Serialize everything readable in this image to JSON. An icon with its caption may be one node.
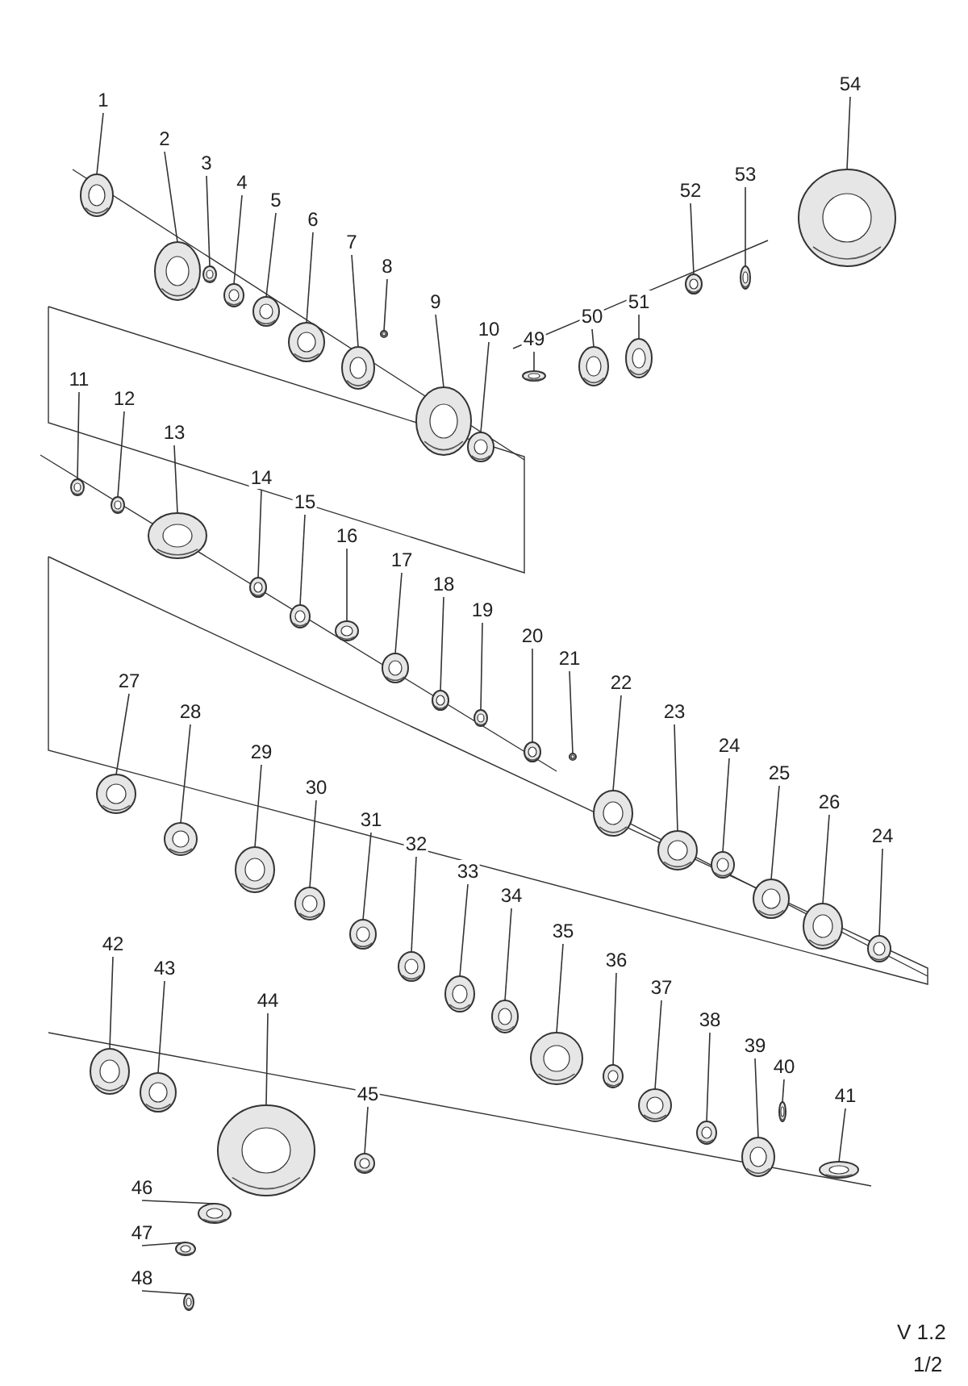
{
  "diagram": {
    "nodes": [
      {
        "text": [
          "1"
        ]
      },
      {
        "text": [
          "2"
        ]
      },
      {
        "text": [
          "3"
        ]
      },
      {
        "text": [
          "4"
        ]
      },
      {
        "text": [
          "5"
        ]
      },
      {
        "text": [
          "6"
        ]
      },
      {
        "text": [
          "7"
        ]
      },
      {
        "text": [
          "8"
        ]
      },
      {
        "text": [
          "9"
        ]
      },
      {
        "text": [
          "10"
        ]
      },
      {
        "text": [
          "11"
        ]
      },
      {
        "text": [
          "12"
        ]
      },
      {
        "text": [
          "13"
        ]
      },
      {
        "text": [
          "14"
        ]
      },
      {
        "text": [
          "15"
        ]
      },
      {
        "text": [
          "16"
        ]
      },
      {
        "text": [
          "17"
        ]
      },
      {
        "text": [
          "18"
        ]
      },
      {
        "text": [
          "19"
        ]
      },
      {
        "text": [
          "20"
        ]
      },
      {
        "text": [
          "21"
        ]
      },
      {
        "text": [
          "22"
        ]
      },
      {
        "text": [
          "23"
        ]
      },
      {
        "text": [
          "24"
        ]
      },
      {
        "text": [
          "25"
        ]
      },
      {
        "text": [
          "26"
        ]
      },
      {
        "text": [
          "24"
        ]
      },
      {
        "text": [
          "27"
        ]
      },
      {
        "text": [
          "28"
        ]
      },
      {
        "text": [
          "29"
        ]
      },
      {
        "text": [
          "30"
        ]
      },
      {
        "text": [
          "31"
        ]
      },
      {
        "text": [
          "32"
        ]
      },
      {
        "text": [
          "33"
        ]
      },
      {
        "text": [
          "34"
        ]
      },
      {
        "text": [
          "35"
        ]
      },
      {
        "text": [
          "36"
        ]
      },
      {
        "text": [
          "37"
        ]
      },
      {
        "text": [
          "38"
        ]
      },
      {
        "text": [
          "39"
        ]
      },
      {
        "text": [
          "40"
        ]
      },
      {
        "text": [
          "41"
        ]
      },
      {
        "text": [
          "42"
        ]
      },
      {
        "text": [
          "43"
        ]
      },
      {
        "text": [
          "44"
        ]
      },
      {
        "text": [
          "45"
        ]
      },
      {
        "text": [
          "46"
        ]
      },
      {
        "text": [
          "47"
        ]
      },
      {
        "text": [
          "48"
        ]
      },
      {
        "text": [
          "49"
        ]
      },
      {
        "text": [
          "50"
        ]
      },
      {
        "text": [
          "51"
        ]
      },
      {
        "text": [
          "52"
        ]
      },
      {
        "text": [
          "53"
        ]
      },
      {
        "text": [
          "54"
        ]
      },
      {
        "text": [],
        "shape": "picture"
      },
      {
        "text": [],
        "shape": "picture"
      },
      {
        "text": [],
        "shape": "picture"
      },
      {
        "text": [],
        "shape": "picture"
      },
      {
        "text": [],
        "shape": "picture"
      },
      {
        "text": [],
        "shape": "picture"
      },
      {
        "text": [],
        "shape": "picture"
      },
      {
        "text": [],
        "shape": "picture"
      },
      {
        "text": [],
        "shape": "picture"
      },
      {
        "text": [],
        "shape": "picture"
      },
      {
        "text": [],
        "shape": "picture"
      },
      {
        "text": [],
        "shape": "picture"
      },
      {
        "text": [],
        "shape": "picture"
      },
      {
        "text": [],
        "shape": "picture"
      },
      {
        "text": [],
        "shape": "picture"
      },
      {
        "text": [],
        "shape": "picture"
      },
      {
        "text": [],
        "shape": "picture"
      },
      {
        "text": [],
        "shape": "picture"
      },
      {
        "text": [],
        "shape": "picture"
      },
      {
        "text": [],
        "shape": "picture"
      },
      {
        "text": [],
        "shape": "picture"
      },
      {
        "text": [],
        "shape": "picture"
      },
      {
        "text": [],
        "shape": "picture"
      },
      {
        "text": [],
        "shape": "picture"
      },
      {
        "text": [],
        "shape": "picture"
      },
      {
        "text": [],
        "shape": "picture"
      },
      {
        "text": [],
        "shape": "picture"
      },
      {
        "text": [],
        "shape": "picture"
      },
      {
        "text": [],
        "shape": "picture"
      },
      {
        "text": [],
        "shape": "picture"
      },
      {
        "text": [],
        "shape": "picture"
      },
      {
        "text": [],
        "shape": "picture"
      },
      {
        "text": [],
        "shape": "picture"
      },
      {
        "text": [],
        "shape": "picture"
      },
      {
        "text": [],
        "shape": "picture"
      },
      {
        "text": [],
        "shape": "picture"
      },
      {
        "text": [],
        "shape": "picture"
      },
      {
        "text": [],
        "shape": "picture"
      },
      {
        "text": [],
        "shape": "picture"
      },
      {
        "text": [],
        "shape": "picture"
      },
      {
        "text": [],
        "shape": "picture"
      },
      {
        "text": [],
        "shape": "picture"
      },
      {
        "text": [],
        "shape": "picture"
      },
      {
        "text": [],
        "shape": "picture"
      },
      {
        "text": [],
        "shape": "picture"
      },
      {
        "text": [],
        "shape": "picture"
      },
      {
        "text": [],
        "shape": "picture"
      },
      {
        "text": [],
        "shape": "picture"
      },
      {
        "text": [],
        "shape": "picture"
      },
      {
        "text": [],
        "shape": "picture"
      },
      {
        "text": [],
        "shape": "picture"
      },
      {
        "text": [],
        "shape": "picture"
      },
      {
        "text": [],
        "shape": "picture"
      },
      {
        "text": [],
        "shape": "picture"
      },
      {
        "text": [],
        "shape": "picture"
      }
    ],
    "edges": [
      {
        "from": 0,
        "to": 55,
        "arrow": "none"
      },
      {
        "from": 1,
        "to": 56,
        "arrow": "none"
      },
      {
        "from": 2,
        "to": 57,
        "arrow": "none"
      },
      {
        "from": 3,
        "to": 58,
        "arrow": "none"
      },
      {
        "from": 4,
        "to": 59,
        "arrow": "none"
      },
      {
        "from": 5,
        "to": 60,
        "arrow": "none"
      },
      {
        "from": 6,
        "to": 61,
        "arrow": "none"
      },
      {
        "from": 7,
        "to": 62,
        "arrow": "none"
      },
      {
        "from": 8,
        "to": 63,
        "arrow": "none"
      },
      {
        "from": 9,
        "to": 64,
        "arrow": "none"
      },
      {
        "from": 10,
        "to": 65,
        "arrow": "none"
      },
      {
        "from": 11,
        "to": 66,
        "arrow": "none"
      },
      {
        "from": 12,
        "to": 67,
        "arrow": "none"
      },
      {
        "from": 13,
        "to": 68,
        "arrow": "none"
      },
      {
        "from": 14,
        "to": 69,
        "arrow": "none"
      },
      {
        "from": 15,
        "to": 70,
        "arrow": "none"
      },
      {
        "from": 16,
        "to": 71,
        "arrow": "none"
      },
      {
        "from": 17,
        "to": 72,
        "arrow": "none"
      },
      {
        "from": 18,
        "to": 73,
        "arrow": "none"
      },
      {
        "from": 19,
        "to": 74,
        "arrow": "none"
      },
      {
        "from": 20,
        "to": 75,
        "arrow": "none"
      },
      {
        "from": 21,
        "to": 76,
        "arrow": "none"
      },
      {
        "from": 22,
        "to": 77,
        "arrow": "none"
      },
      {
        "from": 23,
        "to": 78,
        "arrow": "none"
      },
      {
        "from": 24,
        "to": 79,
        "arrow": "none"
      },
      {
        "from": 25,
        "to": 80,
        "arrow": "none"
      },
      {
        "from": 26,
        "to": 81,
        "arrow": "none"
      },
      {
        "from": 27,
        "to": 82,
        "arrow": "none"
      },
      {
        "from": 28,
        "to": 83,
        "arrow": "none"
      },
      {
        "from": 29,
        "to": 84,
        "arrow": "none"
      },
      {
        "from": 30,
        "to": 85,
        "arrow": "none"
      },
      {
        "from": 31,
        "to": 86,
        "arrow": "none"
      },
      {
        "from": 32,
        "to": 87,
        "arrow": "none"
      },
      {
        "from": 33,
        "to": 88,
        "arrow": "none"
      },
      {
        "from": 34,
        "to": 89,
        "arrow": "none"
      },
      {
        "from": 35,
        "to": 90,
        "arrow": "none"
      },
      {
        "from": 36,
        "to": 91,
        "arrow": "none"
      },
      {
        "from": 37,
        "to": 92,
        "arrow": "none"
      },
      {
        "from": 38,
        "to": 93,
        "arrow": "none"
      },
      {
        "from": 39,
        "to": 94,
        "arrow": "none"
      },
      {
        "from": 40,
        "to": 95,
        "arrow": "none"
      },
      {
        "from": 41,
        "to": 96,
        "arrow": "none"
      },
      {
        "from": 42,
        "to": 97,
        "arrow": "none"
      },
      {
        "from": 43,
        "to": 98,
        "arrow": "none"
      },
      {
        "from": 44,
        "to": 99,
        "arrow": "none"
      },
      {
        "from": 45,
        "to": 100,
        "arrow": "none"
      },
      {
        "from": 46,
        "to": 101,
        "arrow": "none"
      },
      {
        "from": 47,
        "to": 102,
        "arrow": "none"
      },
      {
        "from": 48,
        "to": 103,
        "arrow": "none"
      },
      {
        "from": 49,
        "to": 104,
        "arrow": "none"
      },
      {
        "from": 50,
        "to": 105,
        "arrow": "none"
      },
      {
        "from": 51,
        "to": 106,
        "arrow": "none"
      },
      {
        "from": 52,
        "to": 107,
        "arrow": "none"
      },
      {
        "from": 53,
        "to": 108,
        "arrow": "none"
      },
      {
        "from": 54,
        "to": 109,
        "arrow": "none"
      }
    ],
    "labels": [
      "V 1.2",
      "1/2"
    ]
  }
}
